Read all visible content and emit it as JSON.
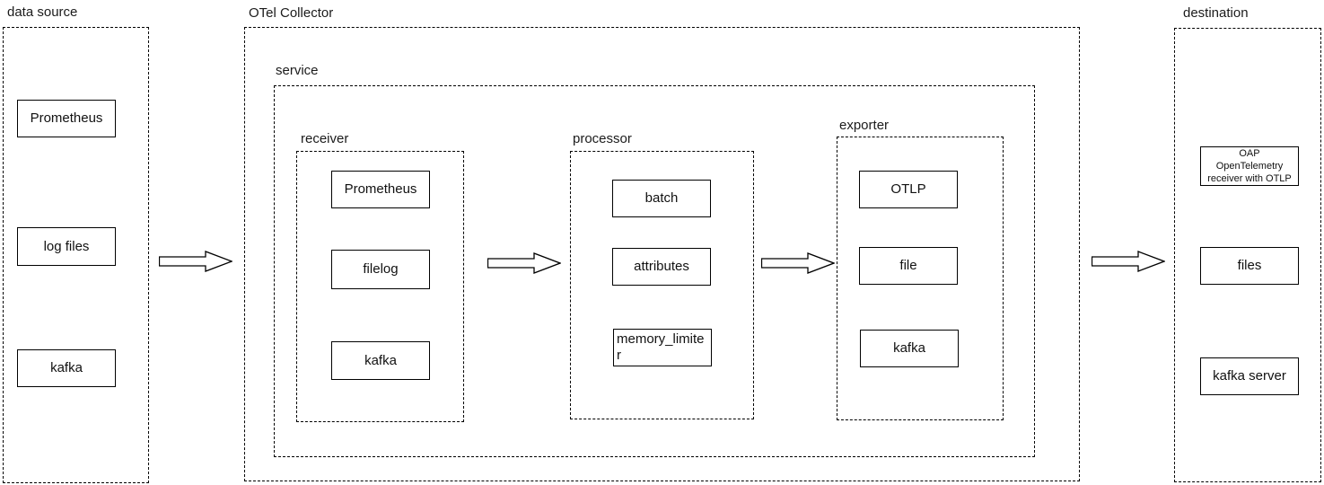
{
  "diagram": {
    "title": "OTel Collector pipeline diagram",
    "colors": {
      "stroke": "#000000",
      "background": "#ffffff",
      "text": "#111111"
    },
    "data_source": {
      "label": "data source",
      "nodes": [
        "Prometheus",
        "log files",
        "kafka"
      ]
    },
    "collector": {
      "label": "OTel Collector",
      "service": {
        "label": "service",
        "receiver": {
          "label": "receiver",
          "nodes": [
            "Prometheus",
            "filelog",
            "kafka"
          ]
        },
        "processor": {
          "label": "processor",
          "nodes": [
            "batch",
            "attributes",
            "memory_limiter"
          ]
        },
        "exporter": {
          "label": "exporter",
          "nodes": [
            "OTLP",
            "file",
            "kafka"
          ]
        }
      }
    },
    "destination": {
      "label": "destination",
      "nodes": [
        "OAP\nOpenTelemetry\nreceiver with OTLP",
        "files",
        "kafka server"
      ]
    },
    "arrows": {
      "source_to_collector": "right-arrow",
      "receiver_to_processor": "right-arrow",
      "processor_to_exporter": "right-arrow",
      "collector_to_destination": "right-arrow"
    }
  }
}
